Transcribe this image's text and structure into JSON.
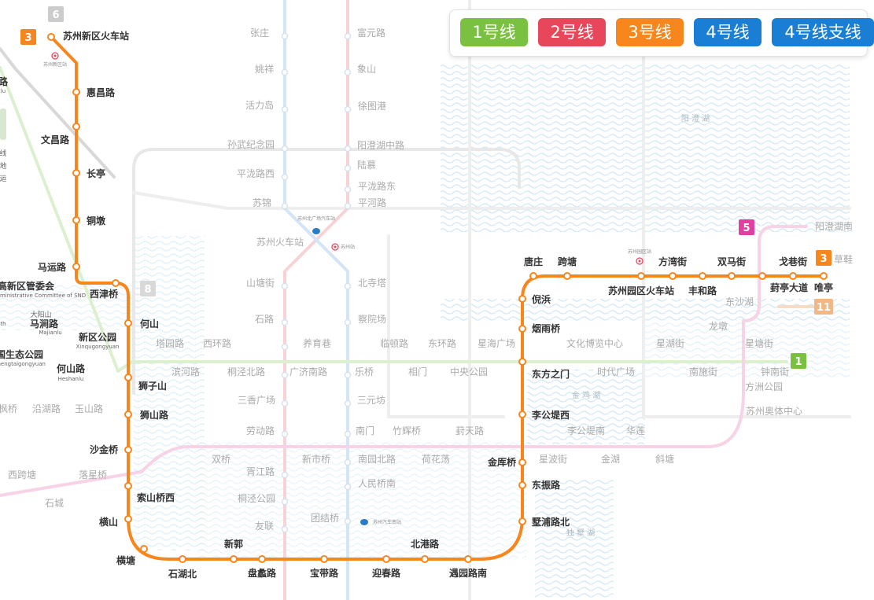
{
  "legend": [
    {
      "label": "1号线",
      "color": "#7ac142"
    },
    {
      "label": "2号线",
      "color": "#e8475b"
    },
    {
      "label": "3号线",
      "color": "#f7861c"
    },
    {
      "label": "4号线",
      "color": "#1a7fd4"
    },
    {
      "label": "4号线支线",
      "color": "#1a7fd4"
    }
  ],
  "badges": {
    "line3_top": "3",
    "line3_right": "3",
    "line1": "1",
    "line5": "5",
    "line6": "6",
    "line8": "8",
    "line11": "11"
  },
  "line3_stations": [
    "苏州新区火车站",
    "惠昌路",
    "文昌路",
    "长亭",
    "铜墩",
    "马运路",
    "西津桥",
    "何山",
    "狮子山",
    "狮山路",
    "沙金桥",
    "索山桥西",
    "横山",
    "横塘",
    "石湖北",
    "新郭",
    "盘蠡路",
    "宝带路",
    "迎春路",
    "北港路",
    "遇园路南",
    "墅浦路北",
    "东振路",
    "金厍桥",
    "李公堤西",
    "东方之门",
    "烟雨桥",
    "倪浜",
    "唐庄",
    "跨塘",
    "苏州园区火车站",
    "方湾街",
    "丰和路",
    "双马街",
    "葑亭大道",
    "戈巷街",
    "唯亭"
  ],
  "other_stations": [
    "张庄",
    "姚祥",
    "活力岛",
    "孙武纪念园",
    "平泷路西",
    "苏锦",
    "苏州火车站",
    "山塘街",
    "石路",
    "塔园路",
    "西环路",
    "滨河路",
    "桐泾北路",
    "广济南路",
    "养育巷",
    "乐桥",
    "临顿路",
    "相门",
    "东环路",
    "中央公园",
    "星海广场",
    "文化博览中心",
    "时代广场",
    "星湖街",
    "南施街",
    "星塘街",
    "钟南街",
    "方洲公园",
    "苏州奥体中心",
    "三香广场",
    "劳动路",
    "胥江路",
    "桐泾公园",
    "友联",
    "双桥",
    "新市桥",
    "团结桥",
    "南园北路",
    "人民桥南",
    "三元坊",
    "南门",
    "竹辉桥",
    "荷花荡",
    "葑天路",
    "李公堤南",
    "星波街",
    "金湖",
    "华莲",
    "斜塘",
    "富元路",
    "象山",
    "徐图港",
    "阳澄湖中路",
    "陆慕",
    "平泷路东",
    "平河路",
    "北寺塔",
    "察院场",
    "龙墩",
    "东沙湖",
    "阳澄湖南",
    "草鞋",
    "马涧路",
    "新区公园",
    "何山路",
    "玉山路",
    "沿湖路",
    "枫桥",
    "西跨塘",
    "落星桥",
    "石城"
  ],
  "place_labels": {
    "snd_committee": "高新区管委会",
    "snd_committee_en": "Administrative Committee of SND",
    "dayangshan": "大阳山",
    "ecopark": "国生态公园",
    "ecopark_en": "Shengtaigongyuan",
    "majianlu_en": "Majianlu",
    "xinqu_park_en": "Xinqugongyuan",
    "heshanlu_en": "Heshanlu",
    "yangcheng_lake": "阳 澄 湖",
    "jinji_lake": "金 鸡 湖",
    "dushu_lake": "独 墅 湖",
    "suzhou_xinqu_rail": "苏州新区站",
    "suzhou_bus_north": "苏州北广场汽车站",
    "suzhou_rail": "苏州站",
    "suzhou_park_rail": "苏州园区站",
    "suzhou_bus": "苏州汽车南站",
    "left_edge_1": "路",
    "left_edge_2": "lu",
    "left_edge_3": "线",
    "left_edge_4": "地",
    "left_edge_5": "运",
    "left_edge_6": "th"
  },
  "colors": {
    "line1": "#7ac142",
    "line2": "#e8475b",
    "line3": "#f7861c",
    "line4": "#1a7fd4",
    "line5": "#e040a0",
    "line6": "#cccccc",
    "line8": "#d8d8d8",
    "line11": "#f1b887",
    "water": "#c9e6f4",
    "inactive_text": "#aaaaaa",
    "station_text": "#333333"
  }
}
